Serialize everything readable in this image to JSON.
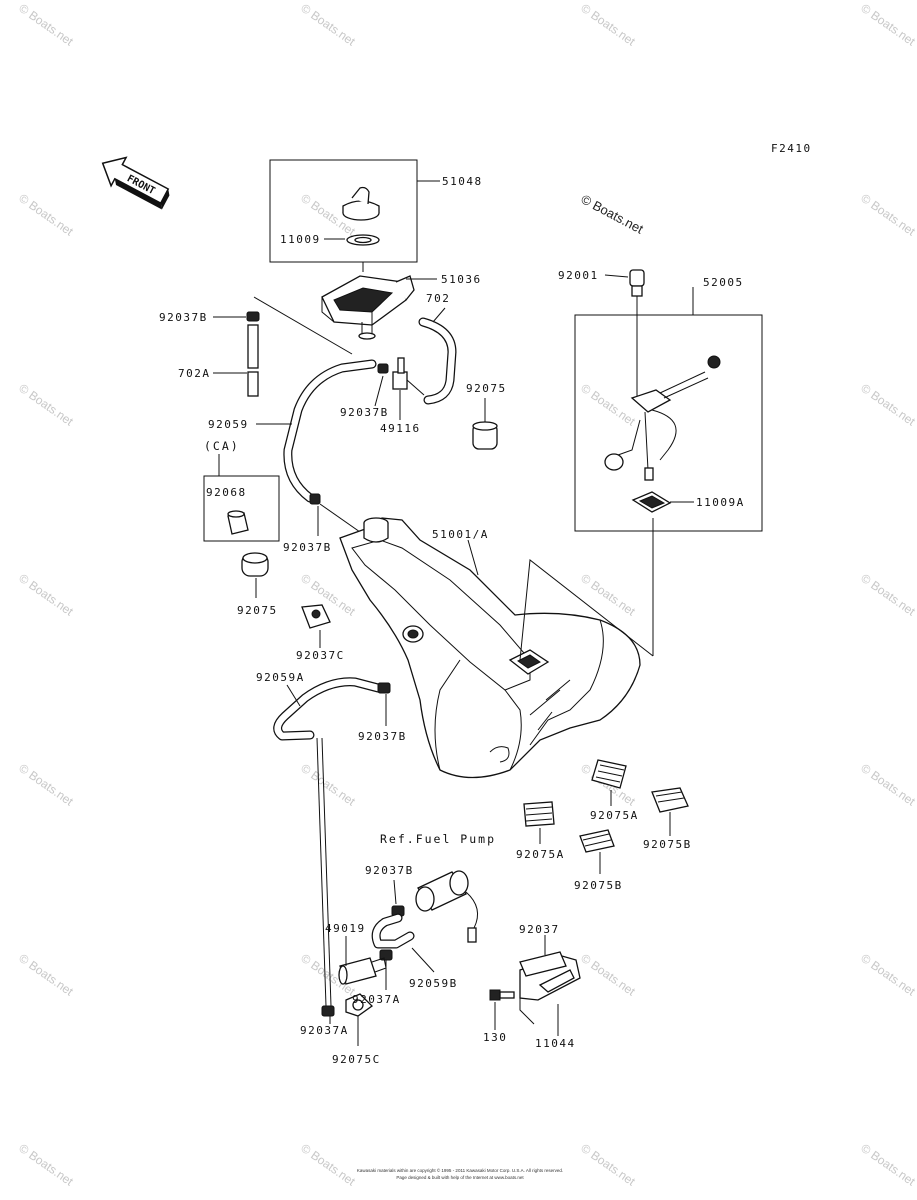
{
  "diagram": {
    "figure_code": "F2410",
    "front_label": "FRONT",
    "brand_tag": "© Boats.net",
    "watermark_text": "© Boats.net",
    "copyright_1": "Kawasaki materials within are copyright © 1995 - 2011 Kawasaki Motor Corp. U.S.A. All rights reserved.",
    "copyright_2": "Page designed & built with help of the Internet at www.boats.net",
    "ref_fuel_pump": "Ref.Fuel Pump",
    "ca_marker": "(CA)"
  },
  "parts": [
    "51048",
    "11009",
    "51036",
    "702",
    "92037B",
    "702A",
    "92037B",
    "49116",
    "92075",
    "92059",
    "92068",
    "92037B",
    "51001/A",
    "92001",
    "52005",
    "11009A",
    "92075",
    "92037C",
    "92059A",
    "92037B",
    "92075A",
    "92075B",
    "92075A",
    "92075B",
    "92037B",
    "49019",
    "92059B",
    "92037A",
    "92037",
    "130",
    "11044",
    "92037A",
    "92075C"
  ]
}
